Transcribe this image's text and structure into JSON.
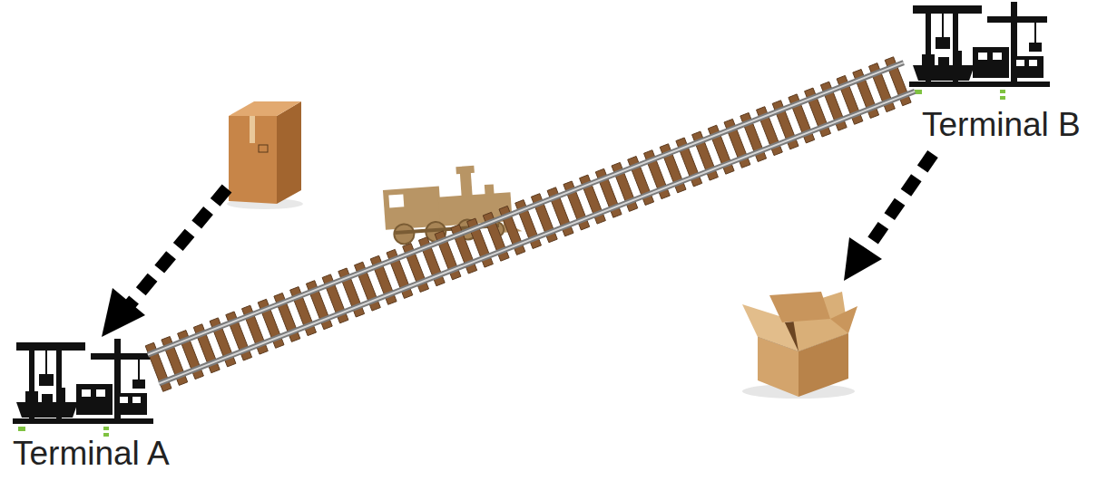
{
  "diagram": {
    "nodes": [
      {
        "text": [
          "Terminal A"
        ]
      },
      {
        "text": [
          "Terminal B"
        ]
      }
    ],
    "edges": [
      {
        "from": 0,
        "to": 1,
        "arrow": "none"
      }
    ]
  }
}
